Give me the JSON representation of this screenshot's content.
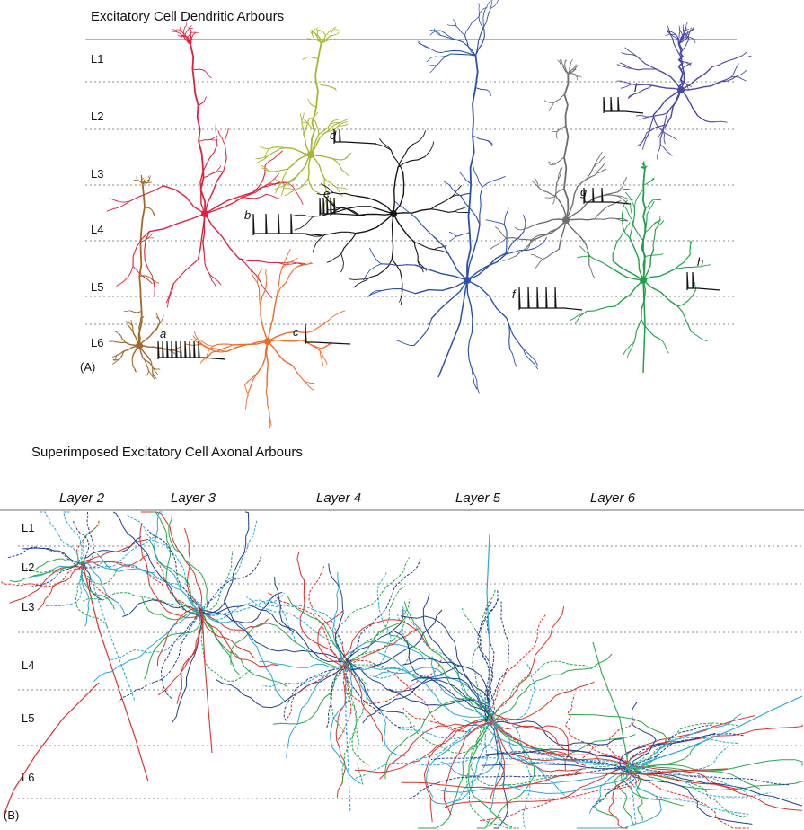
{
  "panel_a": {
    "title": "Excitatory Cell Dendritic Arbours",
    "panel_label": "(A)",
    "layers": [
      "L1",
      "L2",
      "L3",
      "L4",
      "L5",
      "L6"
    ],
    "cell_letters": [
      "a",
      "b",
      "c",
      "d",
      "e",
      "f",
      "g",
      "h",
      "i"
    ],
    "cell_colors": {
      "a": "#a0682a",
      "b": "#e0203c",
      "c": "#f06a28",
      "d": "#a3b82c",
      "e": "#161616",
      "f": "#2a4fae",
      "g": "#6e6e6e",
      "h": "#1fa247",
      "i": "#4848a8"
    }
  },
  "panel_b": {
    "title": "Superimposed Excitatory Cell Axonal Arbours",
    "panel_label": "(B)",
    "layers": [
      "L1",
      "L2",
      "L3",
      "L4",
      "L5",
      "L6"
    ],
    "columns": [
      "Layer 2",
      "Layer 3",
      "Layer 4",
      "Layer 5",
      "Layer 6"
    ],
    "trace_colors": [
      "#e0302a",
      "#2aa8d8",
      "#2aa84a",
      "#1f3f8f"
    ]
  }
}
